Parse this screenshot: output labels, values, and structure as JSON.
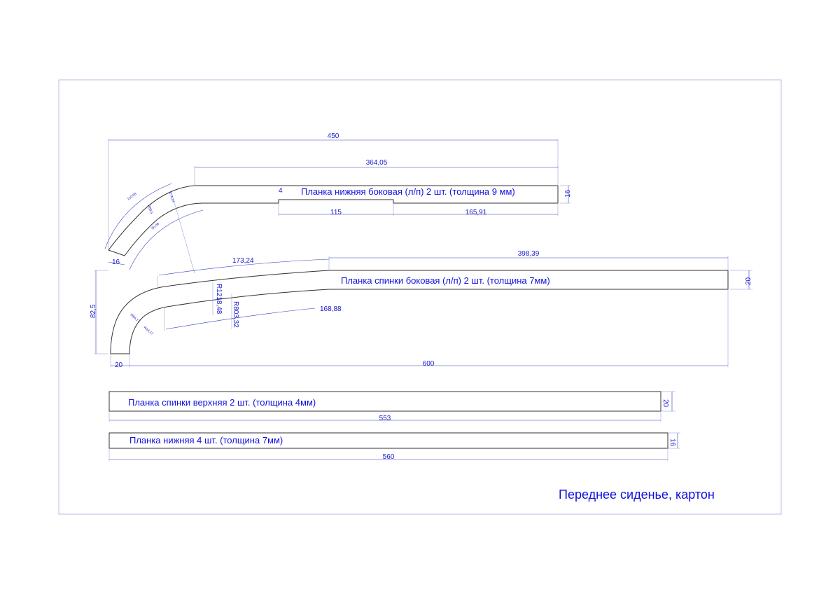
{
  "title": "Переднее сиденье, картон",
  "parts": [
    {
      "label": "Планка нижняя боковая (л/п) 2 шт. (толщина 9 мм)",
      "dims": {
        "total": "450",
        "straight": "364,05",
        "width": "16",
        "notch_depth": "4",
        "notch_len": "115",
        "notch_offset": "165,91",
        "end_width": "16",
        "arc_outer": "110,08",
        "arc_inner": "95,08",
        "r1": "R88,5",
        "r2": "R74,14"
      }
    },
    {
      "label": "Планка спинки боковая (л/п) 2 шт. (толщина 7мм)",
      "dims": {
        "straight": "398,39",
        "width": "20",
        "height": "82,5",
        "arc_top": "173,24",
        "arc_bottom": "168,88",
        "r_big1": "R1218,48",
        "r_big2": "R803,32",
        "r_small1": "R64,17",
        "r_small2": "R44,17",
        "end_width": "20",
        "length": "600"
      }
    },
    {
      "label": "Планка спинки верхняя 2 шт. (толщина 4мм)",
      "dims": {
        "width": "20",
        "length": "553"
      }
    },
    {
      "label": "Планка нижняя 4 шт. (толщина 7мм)",
      "dims": {
        "width": "16",
        "length": "560"
      }
    }
  ]
}
